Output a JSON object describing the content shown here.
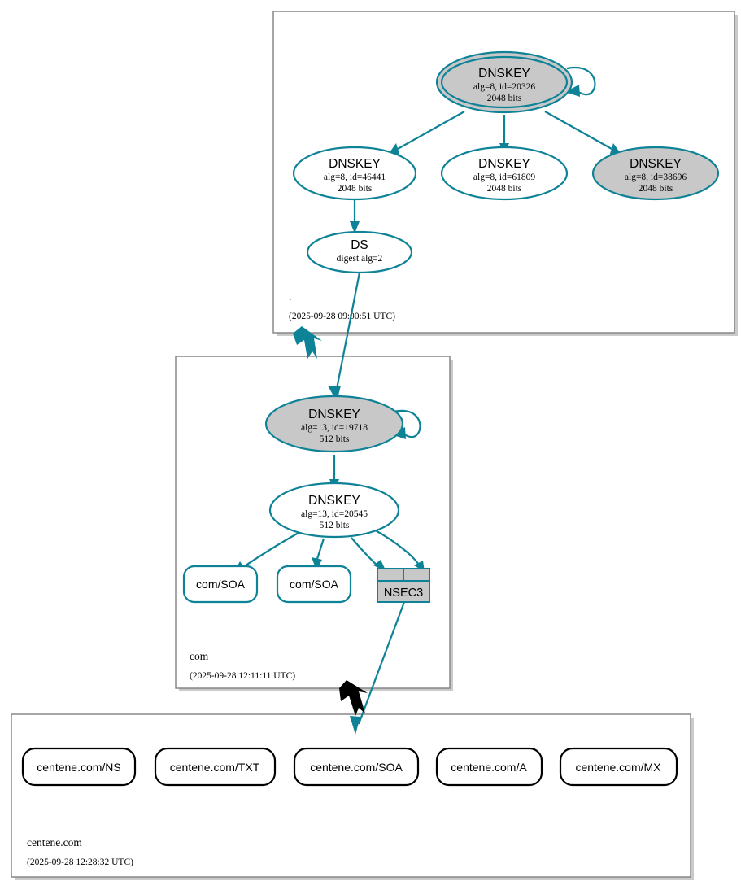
{
  "diagram": {
    "kind": "dnssec-authentication-chain",
    "colors": {
      "secure": "#0e8296",
      "insecure": "#000000",
      "shaded_fill": "#c8c8c8",
      "zone_border": "#808080",
      "background": "#ffffff"
    }
  },
  "zones": [
    {
      "id": "root",
      "name": ".",
      "timestamp": "(2025-09-28 09:00:51 UTC)",
      "nodes": [
        {
          "id": "root-ksk",
          "shape": "double-ellipse",
          "shaded": true,
          "title": "DNSKEY",
          "line2": "alg=8, id=20326",
          "line3": "2048 bits",
          "self_signed": true
        },
        {
          "id": "root-zsk-46441",
          "shape": "ellipse",
          "shaded": false,
          "title": "DNSKEY",
          "line2": "alg=8, id=46441",
          "line3": "2048 bits",
          "self_signed": false
        },
        {
          "id": "root-zsk-61809",
          "shape": "ellipse",
          "shaded": false,
          "title": "DNSKEY",
          "line2": "alg=8, id=61809",
          "line3": "2048 bits",
          "self_signed": false
        },
        {
          "id": "root-zsk-38696",
          "shape": "ellipse",
          "shaded": true,
          "title": "DNSKEY",
          "line2": "alg=8, id=38696",
          "line3": "2048 bits",
          "self_signed": false
        },
        {
          "id": "root-ds",
          "shape": "ellipse",
          "shaded": false,
          "title": "DS",
          "line2": "digest alg=2",
          "line3": "",
          "self_signed": false
        }
      ]
    },
    {
      "id": "com",
      "name": "com",
      "timestamp": "(2025-09-28 12:11:11 UTC)",
      "nodes": [
        {
          "id": "com-ksk",
          "shape": "ellipse",
          "shaded": true,
          "title": "DNSKEY",
          "line2": "alg=13, id=19718",
          "line3": "512 bits",
          "self_signed": true
        },
        {
          "id": "com-zsk",
          "shape": "ellipse",
          "shaded": false,
          "title": "DNSKEY",
          "line2": "alg=13, id=20545",
          "line3": "512 bits",
          "self_signed": false
        },
        {
          "id": "com-soa-1",
          "shape": "rr-box",
          "label": "com/SOA"
        },
        {
          "id": "com-soa-2",
          "shape": "rr-box",
          "label": "com/SOA"
        },
        {
          "id": "com-nsec3",
          "shape": "nsec-table",
          "label": "NSEC3"
        }
      ]
    },
    {
      "id": "centene",
      "name": "centene.com",
      "timestamp": "(2025-09-28 12:28:32 UTC)",
      "nodes": [
        {
          "id": "rr-ns",
          "shape": "rr-box-insecure",
          "label": "centene.com/NS"
        },
        {
          "id": "rr-txt",
          "shape": "rr-box-insecure",
          "label": "centene.com/TXT"
        },
        {
          "id": "rr-soa",
          "shape": "rr-box-insecure",
          "label": "centene.com/SOA"
        },
        {
          "id": "rr-a",
          "shape": "rr-box-insecure",
          "label": "centene.com/A"
        },
        {
          "id": "rr-mx",
          "shape": "rr-box-insecure",
          "label": "centene.com/MX"
        }
      ]
    }
  ],
  "delegations": [
    {
      "from": "root",
      "to": "com",
      "status": "secure"
    },
    {
      "from": "com",
      "to": "centene",
      "status": "insecure"
    }
  ]
}
